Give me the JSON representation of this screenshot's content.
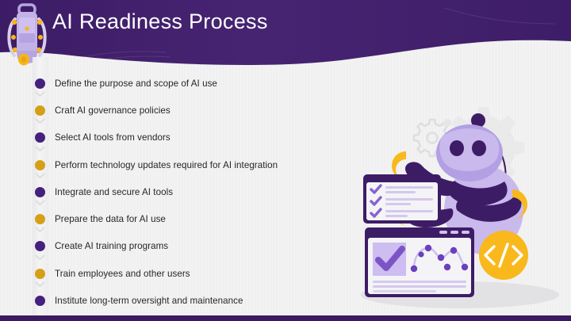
{
  "slide": {
    "title": "AI Readiness Process",
    "background_color": "#f0f0f0",
    "header_color": "#43206e",
    "accent_purple": "#45207e",
    "accent_gold": "#d5a017",
    "bottom_bar_color": "#3b1a63",
    "text_color": "#26262b"
  },
  "steps": [
    {
      "label": "Define the purpose and scope of AI use",
      "bullet": "purple"
    },
    {
      "label": "Craft AI governance policies",
      "bullet": "gold"
    },
    {
      "label": "Select AI tools from vendors",
      "bullet": "purple"
    },
    {
      "label": "Perform technology updates required for AI integration",
      "bullet": "gold"
    },
    {
      "label": "Integrate and secure AI tools",
      "bullet": "purple"
    },
    {
      "label": "Prepare the data for AI use",
      "bullet": "gold"
    },
    {
      "label": "Create AI training programs",
      "bullet": "purple"
    },
    {
      "label": "Train employees and other users",
      "bullet": "gold"
    },
    {
      "label": "Institute long-term oversight and maintenance",
      "bullet": "purple"
    }
  ],
  "icons": {
    "lantern_robot": "lantern-robot-icon",
    "chevron_separator": "chevron-down-icon",
    "mascot": "robot-mascot-icon",
    "code_badge": "code-badge-icon",
    "code_badge_glyph": "</>",
    "gear_large": "gear-icon",
    "gear_small": "gear-icon",
    "checklist_card": "checklist-card-icon",
    "chart_card": "chart-card-icon",
    "checkmark": "check-icon"
  },
  "illustration": {
    "checklist_rows": 3,
    "chart_points": 7,
    "window_dots": 3,
    "code_symbol": "</>"
  }
}
